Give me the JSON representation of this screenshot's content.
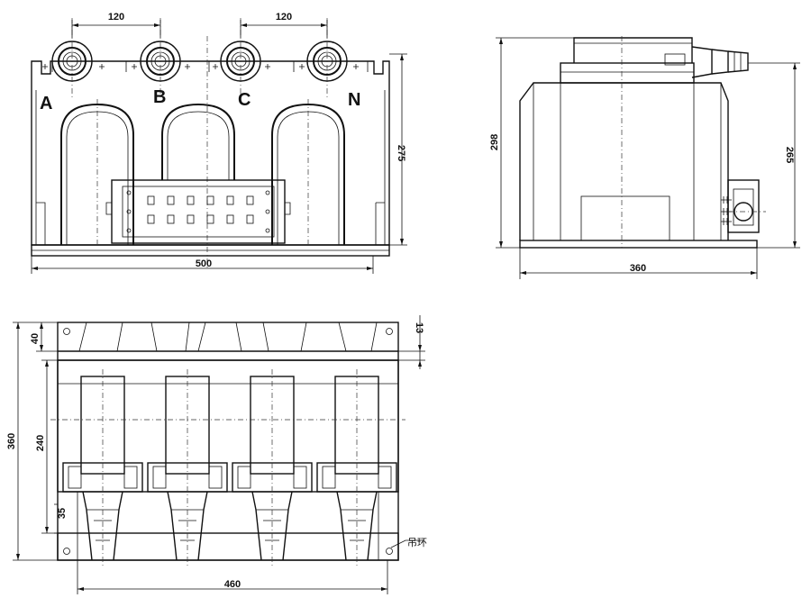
{
  "front_view": {
    "phase_labels": [
      "A",
      "B",
      "C",
      "N"
    ],
    "dimensions": {
      "bushing_spacing_left": "120",
      "bushing_spacing_right": "120",
      "height": "275",
      "width": "500"
    }
  },
  "side_view": {
    "dimensions": {
      "overall_height": "298",
      "body_height": "265",
      "depth": "360"
    }
  },
  "top_view": {
    "dimensions": {
      "top_offset": "40",
      "side_offset": "13",
      "overall_depth": "360",
      "inner_depth": "240",
      "bottom_offset": "35",
      "bolt_spacing": "460"
    },
    "note_label": "吊环"
  }
}
